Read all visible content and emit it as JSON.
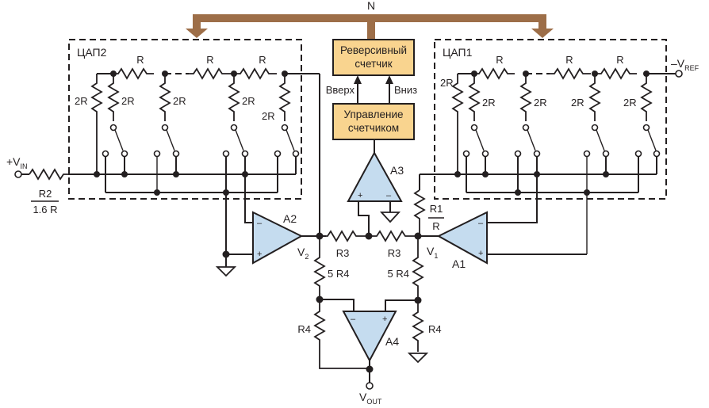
{
  "diagram": {
    "bus_label": "N",
    "colors": {
      "bus": "#9d6e48",
      "block_fill": "#f9d48f",
      "amp_fill": "#c5dcef",
      "wire": "#231f20"
    },
    "blocks": {
      "counter": {
        "line1": "Реверсивный",
        "line2": "счетчик"
      },
      "control": {
        "line1": "Управление",
        "line2": "счетчиком"
      }
    },
    "signals": {
      "up": "Вверх",
      "down": "Вниз"
    },
    "dac2": {
      "label": "ЦАП2",
      "series_labels": [
        "R",
        "R",
        "R"
      ],
      "shunt_labels": [
        "2R",
        "2R",
        "2R",
        "2R",
        "2R"
      ]
    },
    "dac1": {
      "label": "ЦАП1",
      "series_labels": [
        "R",
        "R",
        "R"
      ],
      "shunt_labels": [
        "2R",
        "2R",
        "2R",
        "2R",
        "2R"
      ]
    },
    "inputs": {
      "vin": {
        "prefix": "+V",
        "sub": "IN"
      },
      "vref": {
        "prefix": "–V",
        "sub": "REF"
      }
    },
    "r2": {
      "num": "R2",
      "den": "1.6 R"
    },
    "r1": {
      "num": "R1",
      "den": "R"
    },
    "r3_left": "R3",
    "r3_right": "R3",
    "r4_5_left": "5 R4",
    "r4_5_right": "5 R4",
    "r4_left": "R4",
    "r4_right": "R4",
    "amps": {
      "a1": "A1",
      "a2": "A2",
      "a3": "A3",
      "a4": "A4"
    },
    "pins": {
      "minus": "–",
      "plus": "+"
    },
    "nodes": {
      "v1": {
        "prefix": "V",
        "sub": "1"
      },
      "v2": {
        "prefix": "V",
        "sub": "2"
      },
      "vout": {
        "prefix": "V",
        "sub": "OUT"
      }
    }
  }
}
